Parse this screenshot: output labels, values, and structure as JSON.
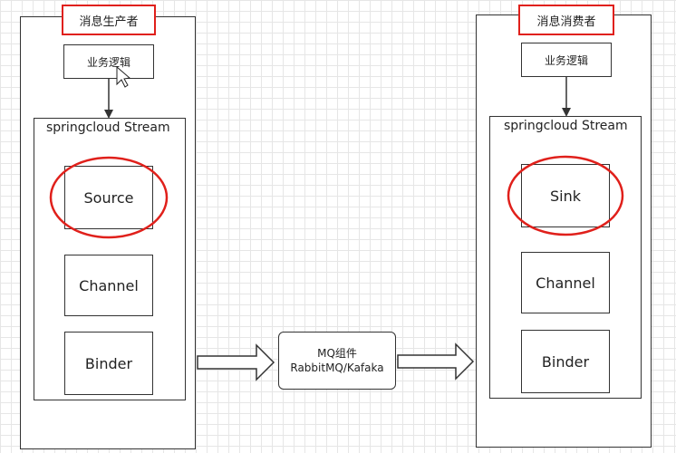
{
  "producer": {
    "title": "消息生产者",
    "logic": "业务逻辑",
    "stream": "springcloud Stream",
    "source": "Source",
    "channel": "Channel",
    "binder": "Binder"
  },
  "consumer": {
    "title": "消息消费者",
    "logic": "业务逻辑",
    "stream": "springcloud Stream",
    "sink": "Sink",
    "channel": "Channel",
    "binder": "Binder"
  },
  "mq": {
    "line1": "MQ组件",
    "line2": "RabbitMQ/Kafaka"
  },
  "colors": {
    "highlight": "#e0201b",
    "stroke": "#333333"
  }
}
